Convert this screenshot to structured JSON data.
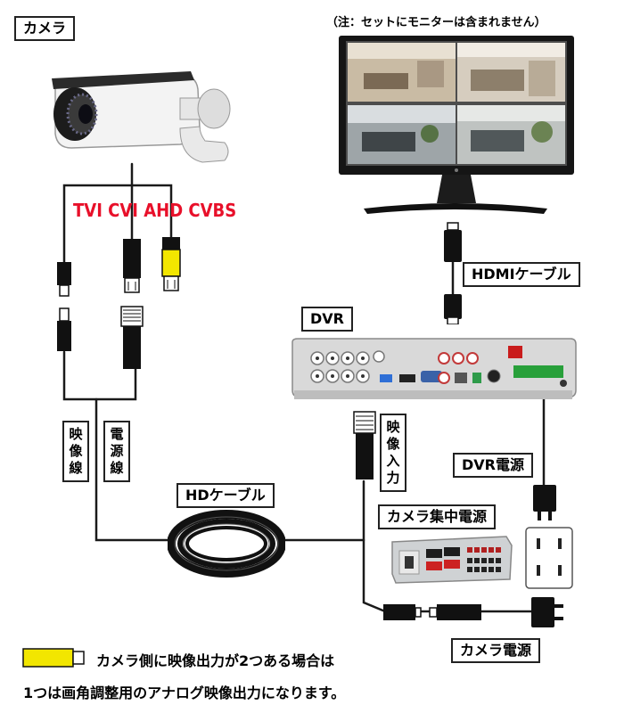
{
  "labels": {
    "camera": "カメラ",
    "monitor_note": "（注：セットにモニターは含まれません）",
    "signal_formats": "TVI CVI AHD CVBS",
    "hdmi_cable": "HDMIケーブル",
    "dvr": "DVR",
    "video_wire": "映像線",
    "power_wire": "電源線",
    "hd_cable": "HDケーブル",
    "video_input": "映像入力",
    "dvr_power": "DVR電源",
    "camera_central_power": "カメラ集中電源",
    "camera_power": "カメラ電源"
  },
  "note": {
    "line1": "カメラ側に映像出力が2つある場合は",
    "line2": "1つは画角調整用のアナログ映像出力になります。"
  },
  "colors": {
    "yellow_plug": "#f2e600",
    "format_text": "#e8102a",
    "cable": "#111111",
    "wire": "#1a1a1a"
  }
}
